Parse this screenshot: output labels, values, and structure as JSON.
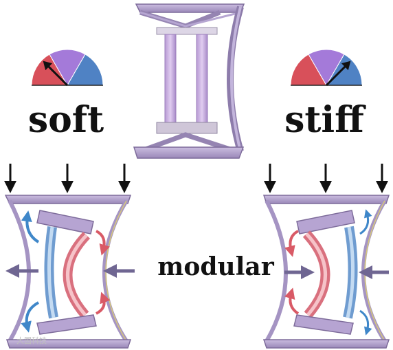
{
  "labels": {
    "left_mode": "soft",
    "right_mode": "stiff",
    "center": "modular"
  },
  "watermark": "大国科技",
  "gauges": [
    {
      "name": "soft-gauge",
      "level": 0.25,
      "segments": [
        "#d8505a",
        "#a47ad9",
        "#4f82c4"
      ]
    },
    {
      "name": "stiff-gauge",
      "level": 0.75,
      "segments": [
        "#d8505a",
        "#a47ad9",
        "#4f82c4"
      ]
    }
  ],
  "colors": {
    "frame": "#b7a7cf",
    "frame_dark": "#7d6b9a",
    "column_blue": "#8fb4dc",
    "column_red": "#e78e9a",
    "arrow_black": "#111111",
    "arrow_blue": "#3f87c9",
    "arrow_red": "#d95a66",
    "arrow_lateral": "#6f6692"
  }
}
